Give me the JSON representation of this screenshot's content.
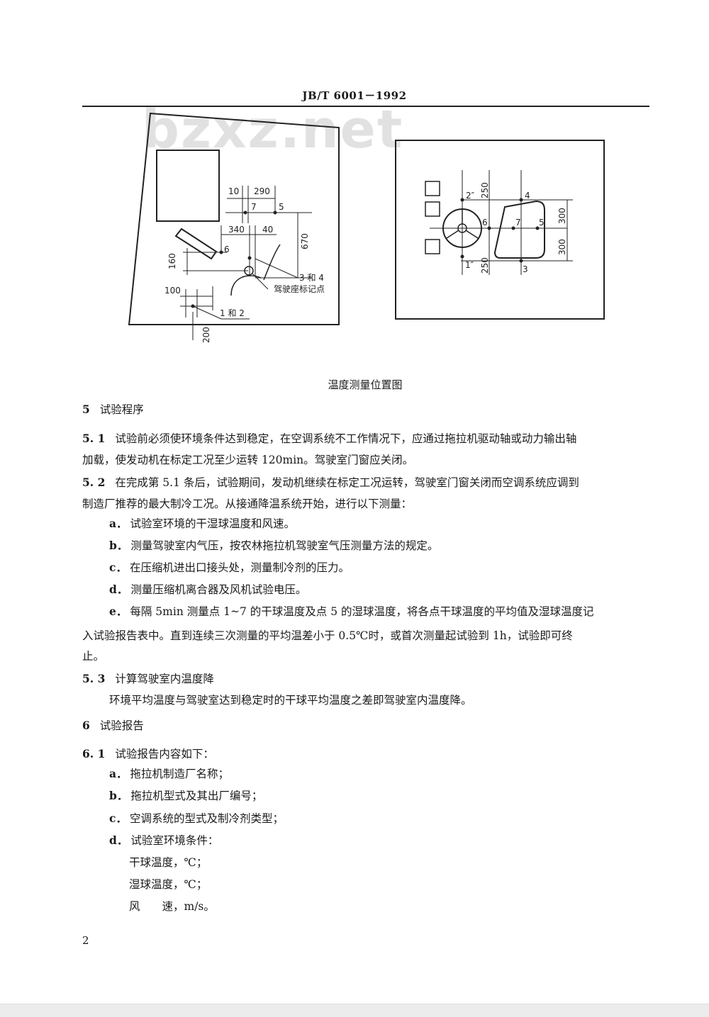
{
  "header": {
    "standard_no": "JB/T  6001－1992"
  },
  "watermark": "bzxz.net",
  "figure": {
    "left": {
      "dim_10": "10",
      "dim_290": "290",
      "pt_7": "7",
      "pt_5": "5",
      "dim_340": "340",
      "dim_40": "40",
      "dim_670": "670",
      "pt_6": "6",
      "dim_160": "160",
      "pt_3and4": "3 和 4",
      "seat_mark": "驾驶座标记点",
      "dim_100": "100",
      "pt_1and2": "1 和 2",
      "dim_200": "200"
    },
    "right": {
      "pt_2pp": "2″",
      "dim_250_top": "250",
      "pt_4": "4",
      "pt_6": "6",
      "pt_7": "7",
      "pt_5": "5",
      "dim_300_a": "300",
      "dim_300_b": "300",
      "pt_1pp": "1″",
      "dim_250_bottom": "250",
      "pt_3": "3"
    },
    "caption": "温度测量位置图"
  },
  "sections": {
    "s5_title": "试验程序",
    "s5_num": "5",
    "s51_num": "5. 1",
    "s51_line1": "试验前必须使环境条件达到稳定，在空调系统不工作情况下，应通过拖拉机驱动轴或动力输出轴",
    "s51_line2": "加载，使发动机在标定工况至少运转 120min。驾驶室门窗应关闭。",
    "s52_num": "5. 2",
    "s52_line1": "在完成第 5.1 条后，试验期间，发动机继续在标定工况运转，驾驶室门窗关闭而空调系统应调到",
    "s52_line2": "制造厂推荐的最大制冷工况。从接通降温系统开始，进行以下测量：",
    "s52_a_letter": "a．",
    "s52_a": "试验室环境的干湿球温度和风速。",
    "s52_b_letter": "b．",
    "s52_b": "测量驾驶室内气压，按农林拖拉机驾驶室气压测量方法的规定。",
    "s52_c_letter": "c．",
    "s52_c": "在压缩机进出口接头处，测量制冷剂的压力。",
    "s52_d_letter": "d．",
    "s52_d": "测量压缩机离合器及风机试验电压。",
    "s52_e_letter": "e．",
    "s52_e_line1": "每隔 5min 测量点 1~7 的干球温度及点 5 的湿球温度，将各点干球温度的平均值及湿球温度记",
    "s52_e_line2": "入试验报告表中。直到连续三次测量的平均温差小于 0.5℃时，或首次测量起试验到 1h，试验即可终",
    "s52_e_line3": "止。",
    "s53_num": "5. 3",
    "s53_title": "计算驾驶室内温度降",
    "s53_body": "环境平均温度与驾驶室达到稳定时的干球平均温度之差即驾驶室内温度降。",
    "s6_num": "6",
    "s6_title": "试验报告",
    "s61_num": "6. 1",
    "s61_title": "试验报告内容如下：",
    "s61_a_letter": "a．",
    "s61_a": "拖拉机制造厂名称；",
    "s61_b_letter": "b．",
    "s61_b": "拖拉机型式及其出厂编号；",
    "s61_c_letter": "c．",
    "s61_c": "空调系统的型式及制冷剂类型；",
    "s61_d_letter": "d．",
    "s61_d": "试验室环境条件：",
    "s61_d1": "干球温度，℃；",
    "s61_d2": "湿球温度，℃；",
    "s61_d3": "风　　速，m/s。"
  },
  "page_number": "2"
}
